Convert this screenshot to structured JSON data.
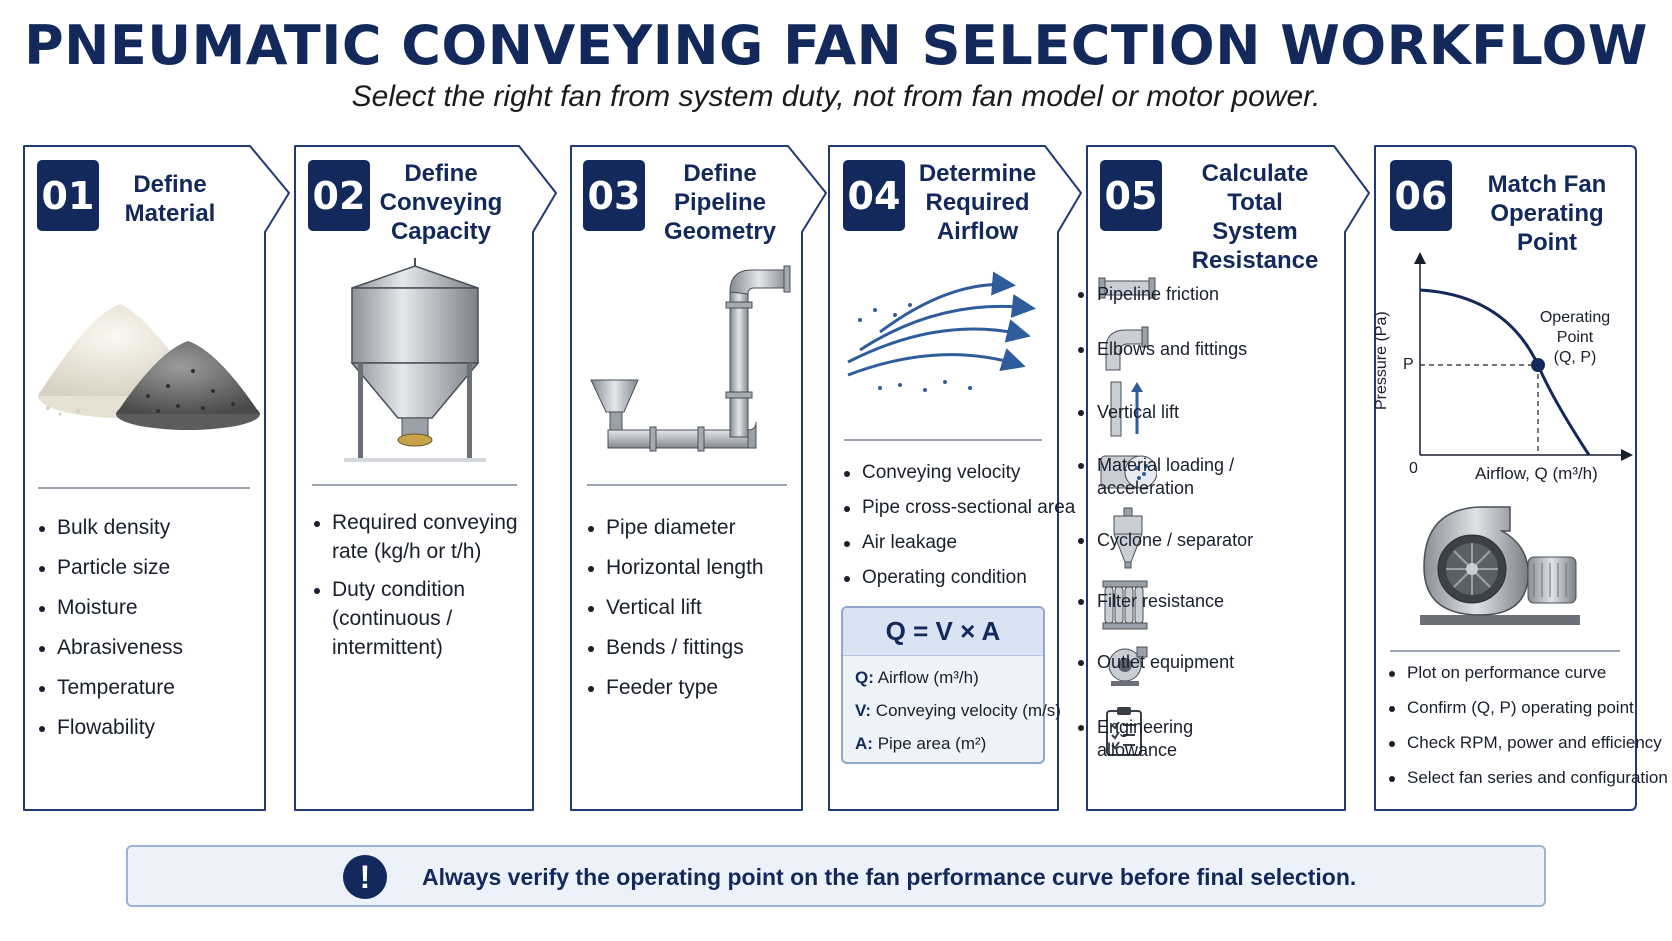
{
  "title": "PNEUMATIC CONVEYING FAN SELECTION WORKFLOW",
  "subtitle": "Select the right fan from system duty, not from fan model or motor power.",
  "steps": [
    {
      "number": "01",
      "title_lines": [
        "Define",
        "Material"
      ],
      "items": [
        "Bulk density",
        "Particle size",
        "Moisture",
        "Abrasiveness",
        "Temperature",
        "Flowability"
      ]
    },
    {
      "number": "02",
      "title_lines": [
        "Define",
        "Conveying",
        "Capacity"
      ],
      "items": [
        [
          "Required conveying",
          "rate (kg/h or t/h)"
        ],
        [
          "Duty condition",
          "(continuous /",
          "intermittent)"
        ]
      ]
    },
    {
      "number": "03",
      "title_lines": [
        "Define",
        "Pipeline",
        "Geometry"
      ],
      "items": [
        "Pipe diameter",
        "Horizontal length",
        "Vertical lift",
        "Bends / fittings",
        "Feeder type"
      ]
    },
    {
      "number": "04",
      "title_lines": [
        "Determine",
        "Required",
        "Airflow"
      ],
      "items": [
        "Conveying velocity",
        "Pipe cross-sectional area",
        "Air leakage",
        "Operating condition"
      ],
      "formula": {
        "equation": "Q = V × A",
        "definitions": [
          {
            "symbol": "Q:",
            "meaning": "Airflow (m³/h)"
          },
          {
            "symbol": "V:",
            "meaning": "Conveying velocity (m/s)"
          },
          {
            "symbol": "A:",
            "meaning": "Pipe area (m²)"
          }
        ]
      }
    },
    {
      "number": "05",
      "title_lines": [
        "Calculate Total",
        "System",
        "Resistance"
      ],
      "items": [
        {
          "icon": "pipe-section-icon",
          "lines": [
            "Pipeline friction"
          ]
        },
        {
          "icon": "elbow-fitting-icon",
          "lines": [
            "Elbows and fittings"
          ]
        },
        {
          "icon": "vertical-lift-icon",
          "lines": [
            "Vertical lift"
          ]
        },
        {
          "icon": "material-loading-icon",
          "lines": [
            "Material loading /",
            "acceleration"
          ]
        },
        {
          "icon": "cyclone-icon",
          "lines": [
            "Cyclone / separator"
          ]
        },
        {
          "icon": "filter-icon",
          "lines": [
            "Filter resistance"
          ]
        },
        {
          "icon": "outlet-equipment-icon",
          "lines": [
            "Outlet equipment"
          ]
        },
        {
          "icon": "checklist-icon",
          "lines": [
            "Engineering allowance"
          ]
        }
      ]
    },
    {
      "number": "06",
      "title_lines": [
        "Match Fan",
        "Operating Point"
      ],
      "chart": {
        "ylabel": "Pressure (Pa)",
        "xlabel": "Airflow, Q (m³/h)",
        "origin": "0",
        "p_tick": "P",
        "point_label": [
          "Operating",
          "Point",
          "(Q, P)"
        ]
      },
      "items": [
        "Plot on performance curve",
        "Confirm (Q, P) operating point",
        "Check RPM, power and efficiency",
        "Select fan series and configuration"
      ]
    }
  ],
  "notice": {
    "icon": "!",
    "text": "Always verify the operating point on the fan performance curve before final selection."
  },
  "colors": {
    "navy": "#13295b",
    "card_border": "#1f3a75",
    "notice_bg": "#edf2fa",
    "accent_blue": "#2f5d9b"
  }
}
